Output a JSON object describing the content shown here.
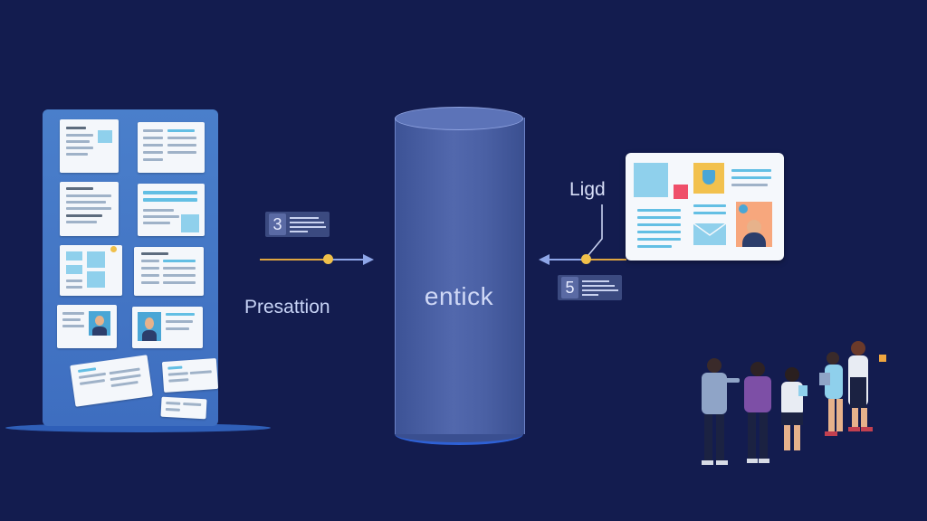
{
  "left_label": "Presattion",
  "center_label": "entick",
  "right_label": "Ligd",
  "steps": {
    "left": {
      "number": "3"
    },
    "right": {
      "number": "5"
    }
  },
  "colors": {
    "background": "#131c4f",
    "board": "#4a7fcb",
    "cylinder": "#4a60a4",
    "dot": "#f0c04a",
    "arrow": "#8ea6e8"
  },
  "icons": [
    "document-icon",
    "avatar-icon",
    "mail-icon",
    "shield-icon",
    "arrow-right-icon",
    "arrow-left-icon",
    "people-illustration"
  ]
}
